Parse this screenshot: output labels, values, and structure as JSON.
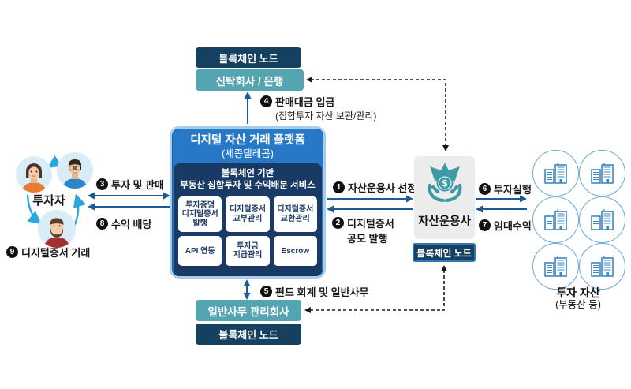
{
  "colors": {
    "navy": "#16405f",
    "teal": "#55a4b2",
    "platform_blue": "#2779c7",
    "platform_border": "#a6cdec",
    "inner_navy": "#1a3a66",
    "node_border": "#2e75b6",
    "arrow_blue": "#1c5a94",
    "dashed_arrow": "#1a1a1a",
    "cycle_arrow": "#29a8e0",
    "manager_gray": "#ececec",
    "icon_teal": "#3e9aa3",
    "building_blue": "#3e87c2",
    "badge": "#111111"
  },
  "trust": {
    "node": "블록체인 노드",
    "bank": "신탁회사 / 은행"
  },
  "platform": {
    "title": "디지털 자산 거래 플랫폼",
    "subtitle": "(세종텔레콤)",
    "service_heading": [
      "블록체인 기반",
      "부동산 집합투자 및 수익배분 서비스"
    ],
    "cells": [
      [
        "투자증명",
        "디지털증서",
        "발행"
      ],
      [
        "디지털증서",
        "교부관리"
      ],
      [
        "디지털증서",
        "교환관리"
      ],
      [
        "API 연동"
      ],
      [
        "투자금",
        "지급관리"
      ],
      [
        "Escrow"
      ]
    ]
  },
  "investors": {
    "label": "투자자"
  },
  "manager": {
    "label": "자산운용사",
    "node": "블록체인 노드"
  },
  "admin": {
    "company": "일반사무 관리회사",
    "node": "블록체인 노드"
  },
  "assets": {
    "title": "투자 자산",
    "subtitle": "(부동산 등)"
  },
  "flows": {
    "f1": {
      "num": "1",
      "text": "자산운용사 선정"
    },
    "f2": {
      "num": "2",
      "line1": "디지털증서",
      "line2": "공모 발행"
    },
    "f3": {
      "num": "3",
      "text": "투자 및 판매"
    },
    "f4": {
      "num": "4",
      "text": "판매대금 입금",
      "sub": "(집합투자 자산 보관/관리)"
    },
    "f5": {
      "num": "5",
      "text": "펀드 회계 및 일반사무"
    },
    "f6": {
      "num": "6",
      "text": "투자실행"
    },
    "f7": {
      "num": "7",
      "text": "임대수익"
    },
    "f8": {
      "num": "8",
      "text": "수익 배당"
    },
    "f9": {
      "num": "9",
      "text": "디지털증서 거래"
    }
  }
}
